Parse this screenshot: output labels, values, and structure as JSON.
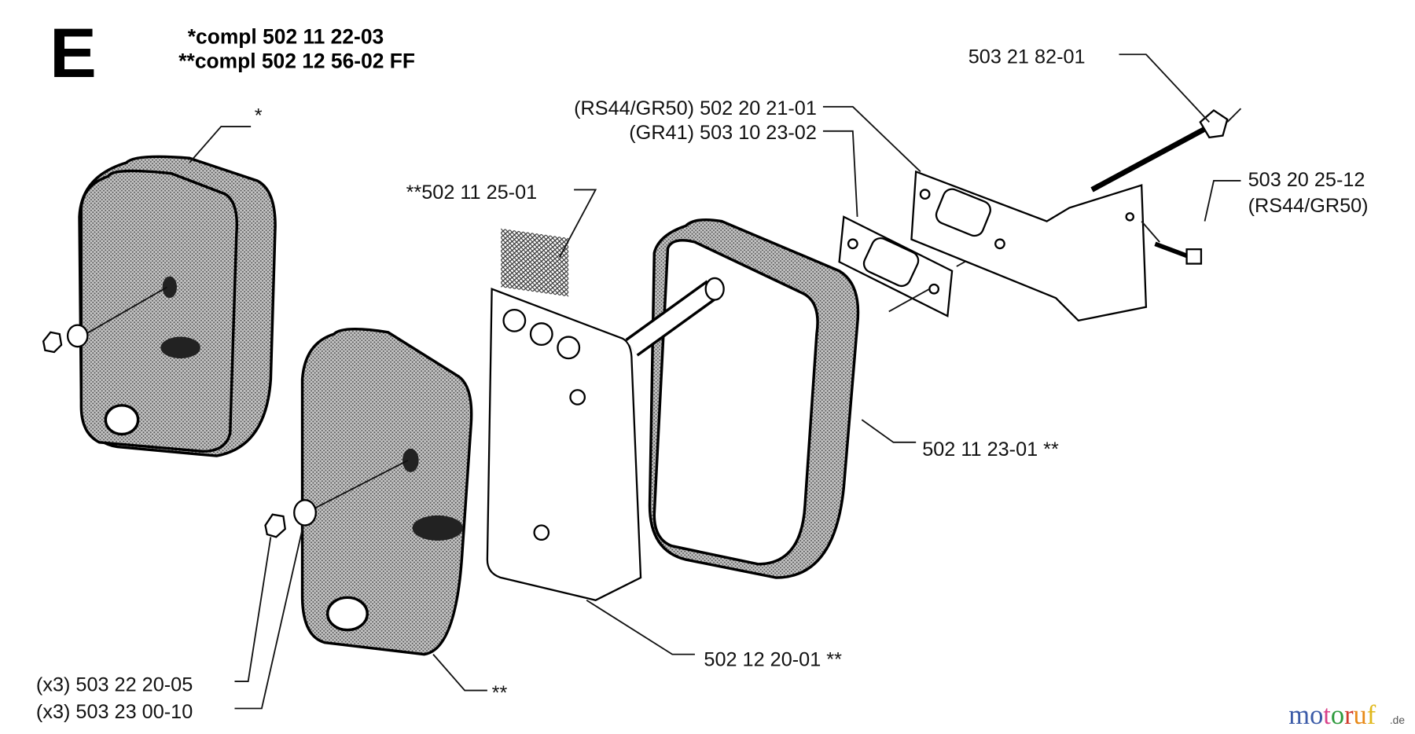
{
  "section_letter": "E",
  "header": {
    "line1": "*compl 502 11 22-03",
    "line2": "**compl 502 12 56-02 FF"
  },
  "labels": {
    "bolt": "503 21 82-01",
    "bracket": "(RS44/GR50) 502 20 21-01",
    "gasket": "(GR41) 503 10 23-02",
    "screen": "**502 11 25-01",
    "screw_part": "503 20 25-12",
    "screw_model": "(RS44/GR50)",
    "muffler_complete_1": "*",
    "muffler_body": "502 11 23-01 **",
    "muffler_plate": "502 12 20-01 **",
    "nut": "(x3) 503 22 20-05",
    "washer": "(x3) 503 23 00-10",
    "muffler_complete_2": "**"
  },
  "watermark": {
    "text": "motoruf",
    "suffix": ".de"
  },
  "colors": {
    "shade": "#9a9a9a",
    "ink": "#000000"
  }
}
